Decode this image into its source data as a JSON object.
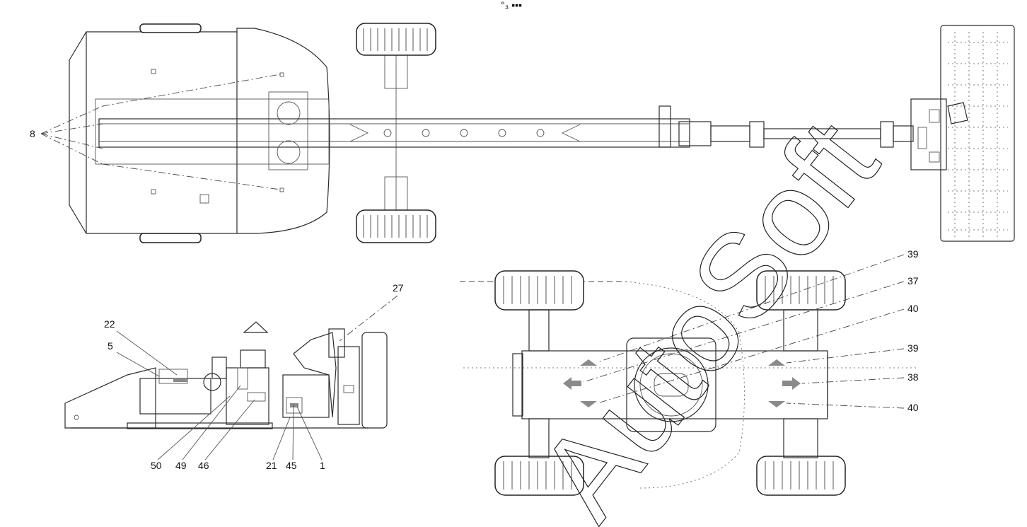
{
  "diagram": {
    "page_mark": "°₃ ▪▪▪",
    "callouts_top": [
      "8"
    ],
    "callouts_left_bottom": [
      "22",
      "5",
      "27",
      "50",
      "49",
      "46",
      "21",
      "45",
      "1"
    ],
    "callouts_right_bottom": [
      "39",
      "37",
      "40",
      "39",
      "38",
      "40"
    ]
  },
  "watermark": {
    "text": "AutoSoft"
  },
  "colors": {
    "ink": "#2b2b2b",
    "arrow_gray": "#8a8a8a"
  }
}
